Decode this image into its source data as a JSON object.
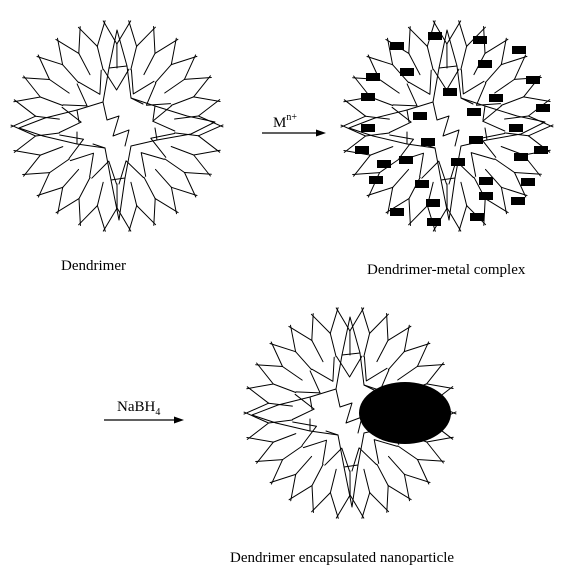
{
  "labels": {
    "dendrimer": "Dendrimer",
    "complex": "Dendrimer-metal complex",
    "encapsulated": "Dendrimer encapsulated nanoparticle"
  },
  "arrows": {
    "metal_ion": {
      "base": "M",
      "sup": "n+"
    },
    "reductant": {
      "base": "NaBH",
      "sub": "4"
    }
  },
  "colors": {
    "ink": "#000000",
    "background": "#ffffff"
  }
}
